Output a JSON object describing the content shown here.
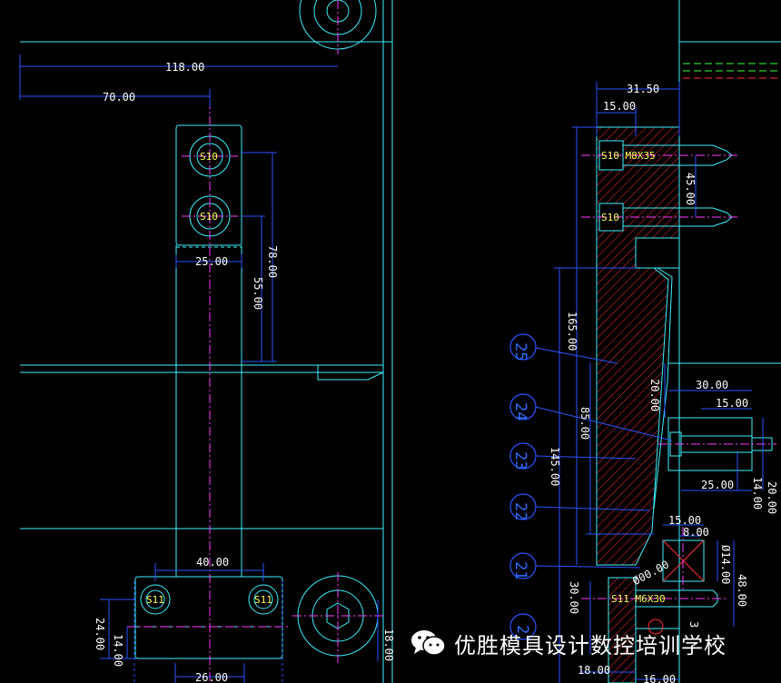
{
  "colors": {
    "background": "#000000",
    "outline": "#3ff0ff",
    "dimension": "#2a55ff",
    "dim_text": "#ffffff",
    "centerline": "#ff3cff",
    "hatch": "#ff3030",
    "label": "#ffff60"
  },
  "dims_left": {
    "d118": "118.00",
    "d70": "70.00",
    "d78": "78.00",
    "d55": "55.00",
    "d25": "25.00",
    "d40": "40.00",
    "d24": "24.00",
    "d14": "14.00",
    "d26": "26.00",
    "d18": "18.00"
  },
  "dims_right": {
    "d3150": "31.50",
    "d15a": "15.00",
    "d45": "45.00",
    "d165": "165.00",
    "d85": "85.00",
    "d145": "145.00",
    "d20a": "20.00",
    "d30": "30.00",
    "d15b": "15.00",
    "d25": "25.00",
    "d14": "14.00",
    "d20b": "20.00",
    "d15c": "15.00",
    "d8": "8.00",
    "d14phi": "Ø14.00",
    "d48": "48.00",
    "d30v": "30.00",
    "d18": "18.00",
    "d16": "16.00",
    "d3": "3",
    "angle": "Ø00.00"
  },
  "labels": {
    "s10": "S10",
    "s11": "S11",
    "s10_m8": "S10 M8X35",
    "s10_b": "S10",
    "s11_m6": "S11 M6X30"
  },
  "bubbles": [
    "25",
    "24",
    "23",
    "22",
    "21",
    "2"
  ],
  "watermark": {
    "text": "优胜模具设计数控培训学校",
    "icon": "wechat-icon"
  }
}
